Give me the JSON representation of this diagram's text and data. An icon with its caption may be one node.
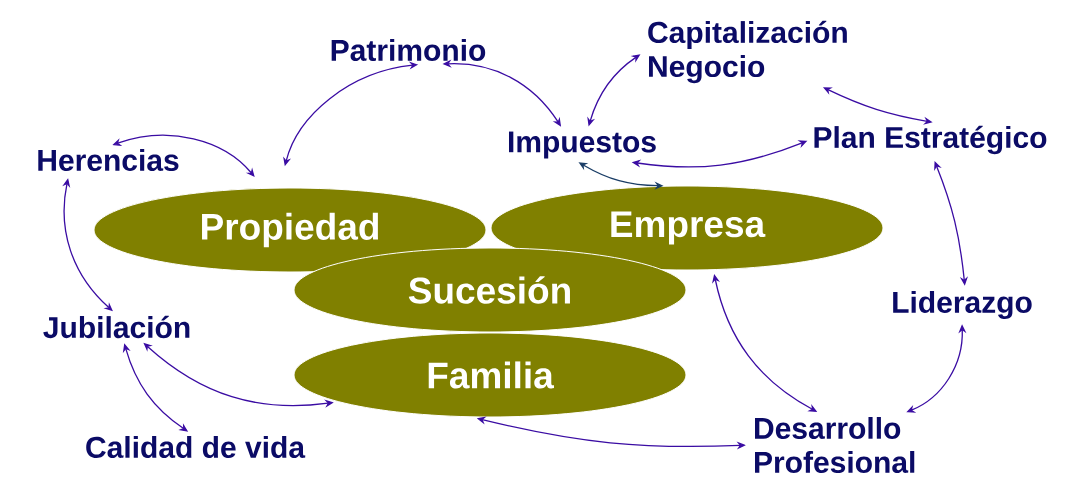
{
  "diagram": {
    "nodes": [
      {
        "text": [
          "Propiedad"
        ]
      },
      {
        "text": [
          "Empresa"
        ]
      },
      {
        "text": [
          "Sucesión"
        ]
      },
      {
        "text": [
          "Familia"
        ]
      },
      {
        "text": [
          "Patrimonio"
        ]
      },
      {
        "text": [
          "Capitalización Negocio"
        ]
      },
      {
        "text": [
          "Impuestos"
        ]
      },
      {
        "text": [
          "Plan Estratégico"
        ]
      },
      {
        "text": [
          "Herencias"
        ]
      },
      {
        "text": [
          "Liderazgo"
        ]
      },
      {
        "text": [
          "Jubilación"
        ]
      },
      {
        "text": [
          "Calidad de vida"
        ]
      },
      {
        "text": [
          "Desarrollo Profesional"
        ]
      }
    ],
    "edges": [
      {
        "from": 8,
        "to": 0,
        "arrow": "both"
      },
      {
        "from": 4,
        "to": 0,
        "arrow": "both"
      },
      {
        "from": 4,
        "to": 6,
        "arrow": "both"
      },
      {
        "from": 5,
        "to": 6,
        "arrow": "both"
      },
      {
        "from": 5,
        "to": 7,
        "arrow": "both"
      },
      {
        "from": 7,
        "to": 6,
        "arrow": "both"
      },
      {
        "from": 6,
        "to": 1,
        "arrow": "both",
        "color": "#1a3d66"
      },
      {
        "from": 7,
        "to": 9,
        "arrow": "both"
      },
      {
        "from": 9,
        "to": 12,
        "arrow": "both"
      },
      {
        "from": 12,
        "to": 1,
        "arrow": "both"
      },
      {
        "from": 12,
        "to": 3,
        "arrow": "both"
      },
      {
        "from": 8,
        "to": 10,
        "arrow": "both"
      },
      {
        "from": 10,
        "to": 3,
        "arrow": "both"
      },
      {
        "from": 10,
        "to": 11,
        "arrow": "both"
      }
    ]
  }
}
